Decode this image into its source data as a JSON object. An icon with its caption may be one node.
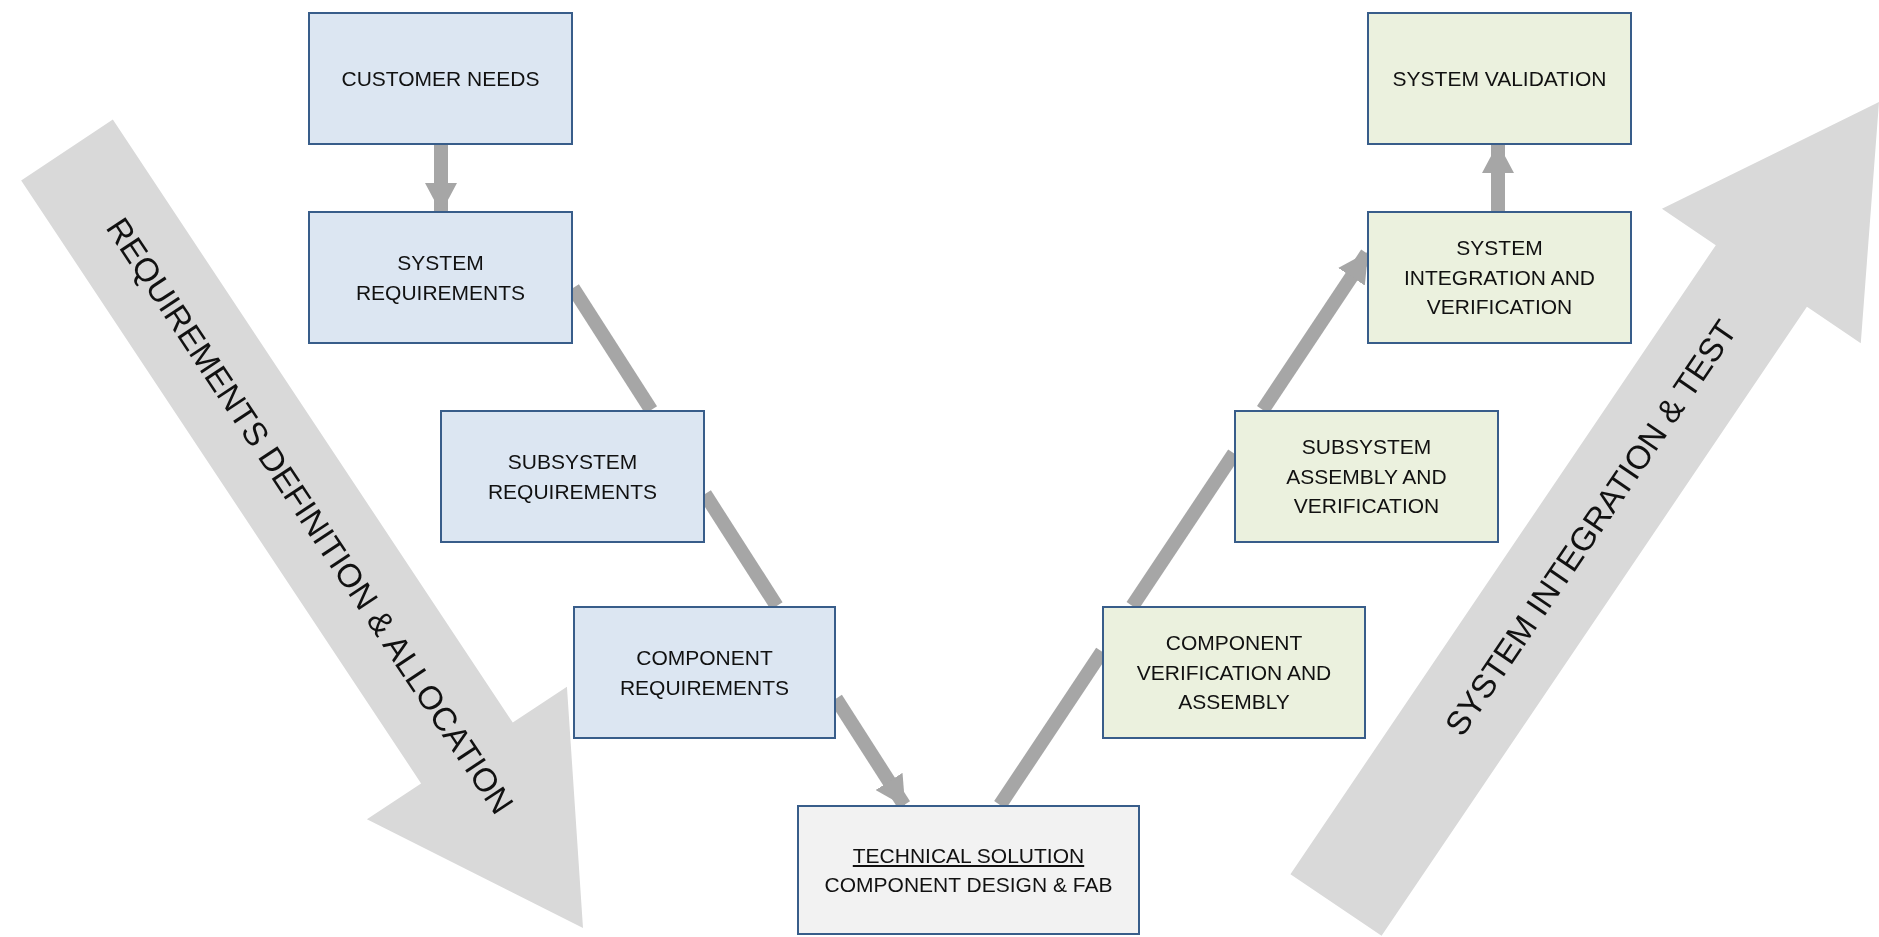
{
  "diagram": {
    "nodes": [
      {
        "text": [
          "CUSTOMER NEEDS"
        ]
      },
      {
        "text": [
          "SYSTEM REQUIREMENTS"
        ]
      },
      {
        "text": [
          "SUBSYSTEM REQUIREMENTS"
        ]
      },
      {
        "text": [
          "COMPONENT REQUIREMENTS"
        ]
      },
      {
        "text": [
          "TECHNICAL SOLUTION",
          "COMPONENT DESIGN & FAB"
        ]
      },
      {
        "text": [
          "COMPONENT VERIFICATION AND ASSEMBLY"
        ]
      },
      {
        "text": [
          "SUBSYSTEM ASSEMBLY AND VERIFICATION"
        ]
      },
      {
        "text": [
          "SYSTEM INTEGRATION AND VERIFICATION"
        ]
      },
      {
        "text": [
          "SYSTEM VALIDATION"
        ]
      }
    ],
    "edges": [
      {
        "from": 0,
        "to": 1,
        "arrow": "to"
      },
      {
        "from": 1,
        "to": 2,
        "arrow": "none"
      },
      {
        "from": 2,
        "to": 3,
        "arrow": "none"
      },
      {
        "from": 3,
        "to": 4,
        "arrow": "to"
      },
      {
        "from": 4,
        "to": 5,
        "arrow": "none"
      },
      {
        "from": 5,
        "to": 6,
        "arrow": "none"
      },
      {
        "from": 6,
        "to": 7,
        "arrow": "to"
      },
      {
        "from": 7,
        "to": 8,
        "arrow": "to"
      }
    ],
    "labels": [
      "REQUIREMENTS DEFINITION & ALLOCATION",
      "SYSTEM INTEGRATION & TEST"
    ]
  }
}
